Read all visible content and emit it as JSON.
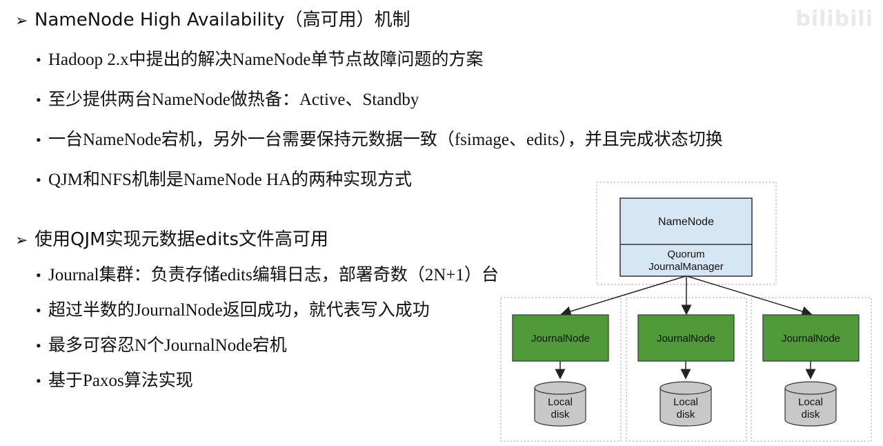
{
  "watermark": "bilibili",
  "section1": {
    "arrow": "➢",
    "title": "NameNode High Availability（高可用）机制",
    "bullets": [
      "Hadoop 2.x中提出的解决NameNode单节点故障问题的方案",
      "至少提供两台NameNode做热备：Active、Standby",
      "一台NameNode宕机，另外一台需要保持元数据一致（fsimage、edits），并且完成状态切换",
      "QJM和NFS机制是NameNode HA的两种实现方式"
    ]
  },
  "section2": {
    "arrow": "➢",
    "title": "使用QJM实现元数据edits文件高可用",
    "bullets": [
      "Journal集群：负责存储edits编辑日志，部署奇数（2N+1）台",
      "超过半数的JournalNode返回成功，就代表写入成功",
      "最多可容忍N个JournalNode宕机",
      "基于Paxos算法实现"
    ]
  },
  "diagram": {
    "namenode": "NameNode",
    "qjm_line1": "Quorum",
    "qjm_line2": "JournalManager",
    "journal_nodes": [
      {
        "label": "JournalNode",
        "disk_line1": "Local",
        "disk_line2": "disk"
      },
      {
        "label": "JournalNode",
        "disk_line1": "Local",
        "disk_line2": "disk"
      },
      {
        "label": "JournalNode",
        "disk_line1": "Local",
        "disk_line2": "disk"
      }
    ],
    "colors": {
      "namenode_fill": "#d6e6f5",
      "journal_fill": "#4e9a3a",
      "disk_fill": "#c8c8c8",
      "border": "#333333",
      "dashed": "#9a9a9a"
    }
  },
  "bullet_symbol": "•"
}
